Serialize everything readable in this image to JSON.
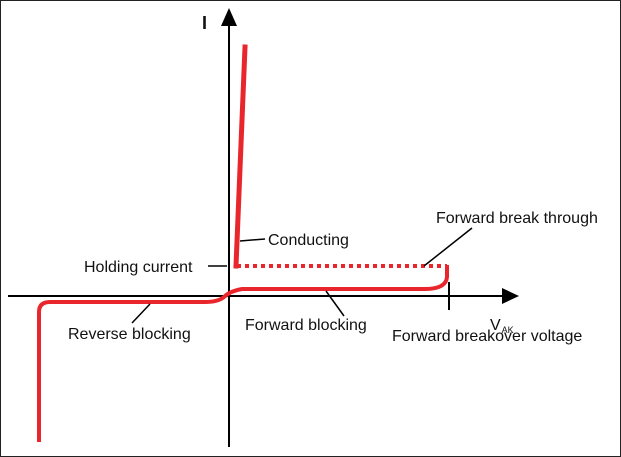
{
  "diagram": {
    "y_axis_label": "I",
    "x_axis_label": "V",
    "x_axis_subscript": "AK",
    "regions": {
      "conducting": "Conducting",
      "holding_current": "Holding current",
      "forward_break_through": "Forward break through",
      "forward_blocking": "Forward blocking",
      "reverse_blocking": "Reverse blocking",
      "forward_breakover_voltage": "Forward breakover voltage"
    },
    "colors": {
      "curve": "#e8262c",
      "axis": "#000000",
      "background": "#ffffff"
    }
  }
}
